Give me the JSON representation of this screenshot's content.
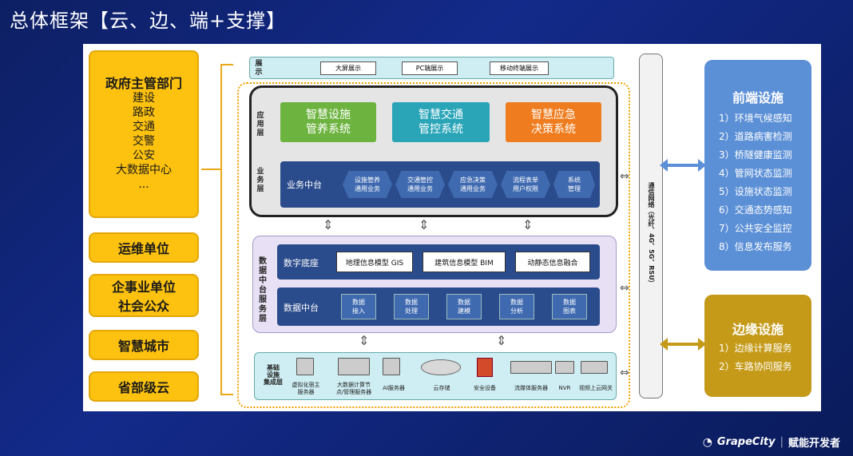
{
  "title": "总体框架【云、边、端+支撑】",
  "left": {
    "gov_head": "政府主管部门",
    "gov_items": [
      "建设",
      "路政",
      "交通",
      "交警",
      "公安",
      "大数据中心",
      "..."
    ],
    "boxes": [
      "运维单位",
      "企事业单位\n社会公众",
      "智慧城市",
      "省部级云"
    ]
  },
  "display": {
    "label": "展示",
    "tabs": [
      "大屏展示",
      "PC端展示",
      "移动终端展示"
    ]
  },
  "app_layer": {
    "label": "应用层",
    "systems": [
      {
        "text": "智慧设施\n管养系统",
        "color": "#6db33f"
      },
      {
        "text": "智慧交通\n管控系统",
        "color": "#2aa5b8"
      },
      {
        "text": "智慧应急\n决策系统",
        "color": "#ef7d1f"
      }
    ],
    "biz_label": "业务层",
    "biz_title": "业务中台",
    "biz_items": [
      "设施管养\n通用业务",
      "交通管控\n通用业务",
      "应急决策\n通用业务",
      "流程表单\n用户权限",
      "系统\n管理"
    ]
  },
  "data_layer": {
    "label": "数据中台服务层",
    "base_title": "数字底座",
    "base_items": [
      "地理信息模型 GIS",
      "建筑信息模型 BIM",
      "动静态信息融合"
    ],
    "mid_title": "数据中台",
    "mid_items": [
      "数据\n接入",
      "数据\n处理",
      "数据\n建模",
      "数据\n分析",
      "数据\n图表"
    ]
  },
  "infra": {
    "label": "基础\n设施\n集成层",
    "items": [
      "虚拟化宿主\n服务器",
      "大数据计算节\n点/管理服务器",
      "AI服务器",
      "云存储",
      "安全设备",
      "流媒体服务器",
      "NVR",
      "视频上云网关"
    ]
  },
  "bus_label": "通信网络（光纤、4G、5G、RSU）",
  "front": {
    "head": "前端设施",
    "items": [
      "1）环境气候感知",
      "2）道路病害检测",
      "3）桥隧健康监测",
      "4）管网状态监测",
      "5）设施状态监测",
      "6）交通态势感知",
      "7）公共安全监控",
      "8）信息发布服务"
    ]
  },
  "edge": {
    "head": "边缘设施",
    "items": [
      "1）边缘计算服务",
      "2）车路协同服务"
    ]
  },
  "footer": {
    "brand": "GrapeCity",
    "slogan": "赋能开发者"
  }
}
